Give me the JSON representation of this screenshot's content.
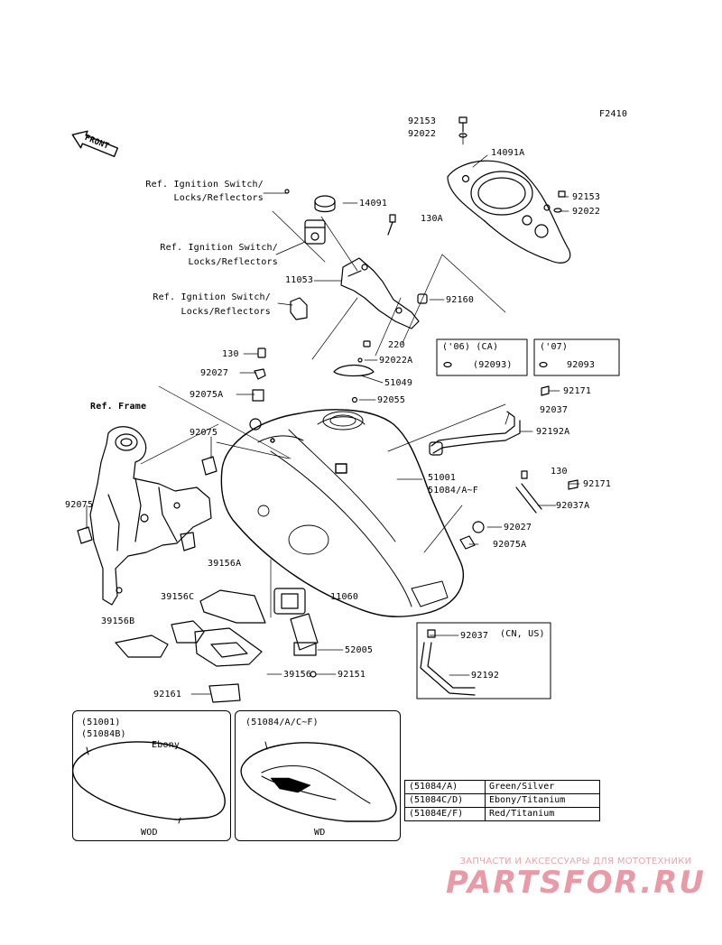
{
  "figure_code": "F2410",
  "front_arrow": "FRONT",
  "labels": {
    "p92153_top": "92153",
    "p92022_top": "92022",
    "p14091A": "14091A",
    "p92153_r": "92153",
    "p92022_r": "92022",
    "p130A": "130A",
    "ref1_a": "Ref. Ignition Switch/",
    "ref1_b": "Locks/Reflectors",
    "p14091": "14091",
    "ref2_a": "Ref. Ignition Switch/",
    "ref2_b": "Locks/Reflectors",
    "p11053": "11053",
    "ref3_a": "Ref. Ignition Switch/",
    "ref3_b": "Locks/Reflectors",
    "p92160": "92160",
    "p130_l": "130",
    "p220": "220",
    "p92022A": "92022A",
    "p92027_l": "92027",
    "p51049": "51049",
    "p92075A_l": "92075A",
    "p92055": "92055",
    "ref_frame": "Ref. Frame",
    "p92075_a": "92075",
    "p92075_b": "92075",
    "p51001": "51001",
    "p51084AF": "51084/A~F",
    "p130_r": "130",
    "p92171_b": "92171",
    "p92037A": "92037A",
    "p92027_r": "92027",
    "p92075A_r": "92075A",
    "p39156A": "39156A",
    "p39156C": "39156C",
    "p11060": "11060",
    "p39156B": "39156B",
    "p92037_cn": "92037",
    "cn_us": "(CN, US)",
    "p52005": "52005",
    "p39156": "39156",
    "p92151": "92151",
    "p92192": "92192",
    "p92161": "92161"
  },
  "ca_box": {
    "title": "('06) (CA)",
    "part": "(92093)"
  },
  "y07_box": {
    "title": "('07)",
    "part": "92093"
  },
  "right_parts": {
    "p92171": "92171",
    "p92037": "92037",
    "p92192A": "92192A"
  },
  "panel_left": {
    "line1": "(51001)",
    "line2": "(51084B)",
    "color": "Ebony",
    "caption": "WOD"
  },
  "panel_right": {
    "line1": "(51084/A/C~F)",
    "caption": "WD"
  },
  "color_table": [
    {
      "code": "(51084/A)",
      "color": "Green/Silver"
    },
    {
      "code": "(51084C/D)",
      "color": "Ebony/Titanium"
    },
    {
      "code": "(51084E/F)",
      "color": "Red/Titanium"
    }
  ],
  "watermark": {
    "tagline": "ЗАПЧАСТИ И АКСЕССУАРЫ ДЛЯ МОТОТЕХНИКИ",
    "logo": "PARTSFOR.RU"
  }
}
